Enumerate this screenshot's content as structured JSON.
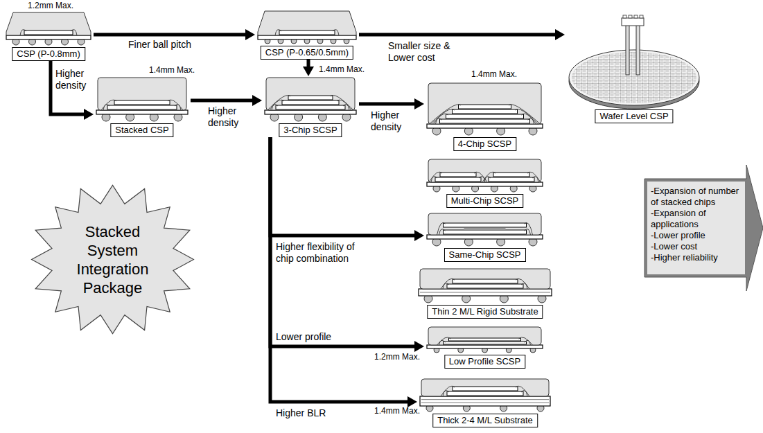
{
  "diagram": {
    "nodes": [
      {
        "text": [
          "CSP (P-0.8mm)"
        ]
      },
      {
        "text": [
          "CSP (P-0.65/0.5mm)"
        ]
      },
      {
        "text": [
          "Wafer Level CSP"
        ]
      },
      {
        "text": [
          "Stacked CSP"
        ]
      },
      {
        "text": [
          "3-Chip SCSP"
        ]
      },
      {
        "text": [
          "4-Chip SCSP"
        ]
      },
      {
        "text": [
          "Multi-Chip SCSP"
        ]
      },
      {
        "text": [
          "Same-Chip SCSP"
        ]
      },
      {
        "text": [
          "Thin 2 M/L Rigid Substrate"
        ]
      },
      {
        "text": [
          "Low Profile SCSP"
        ]
      },
      {
        "text": [
          "Thick 2-4 M/L Substrate"
        ]
      },
      {
        "text": [
          "Stacked System Integration Package"
        ]
      },
      {
        "text": [
          "-Expansion of number of stacked chips",
          "-Expansion of applications",
          "-Lower profile",
          "-Lower cost",
          "-Higher reliability"
        ]
      }
    ],
    "edges": [
      {
        "from": 0,
        "to": 1,
        "label": "Finer ball pitch",
        "arrow": "to"
      },
      {
        "from": 1,
        "to": 2,
        "label": "Smaller size & Lower cost",
        "arrow": "to"
      },
      {
        "from": 0,
        "to": 3,
        "label": "Higher density",
        "arrow": "to"
      },
      {
        "from": 3,
        "to": 4,
        "label": "Higher density",
        "arrow": "to"
      },
      {
        "from": 1,
        "to": 4,
        "arrow": "to"
      },
      {
        "from": 4,
        "to": 5,
        "label": "Higher density",
        "arrow": "to"
      },
      {
        "from": 4,
        "to": 7,
        "label": "Higher flexibility of chip combination",
        "arrow": "to"
      },
      {
        "from": 4,
        "to": 9,
        "label": "Lower profile",
        "arrow": "to"
      },
      {
        "from": 4,
        "to": 10,
        "label": "Higher BLR",
        "arrow": "to"
      }
    ],
    "labels": [
      "1.2mm Max.",
      "1.4mm Max.",
      "1.4mm Max.",
      "1.4mm Max.",
      "1.2mm Max.",
      "1.4mm Max."
    ]
  }
}
